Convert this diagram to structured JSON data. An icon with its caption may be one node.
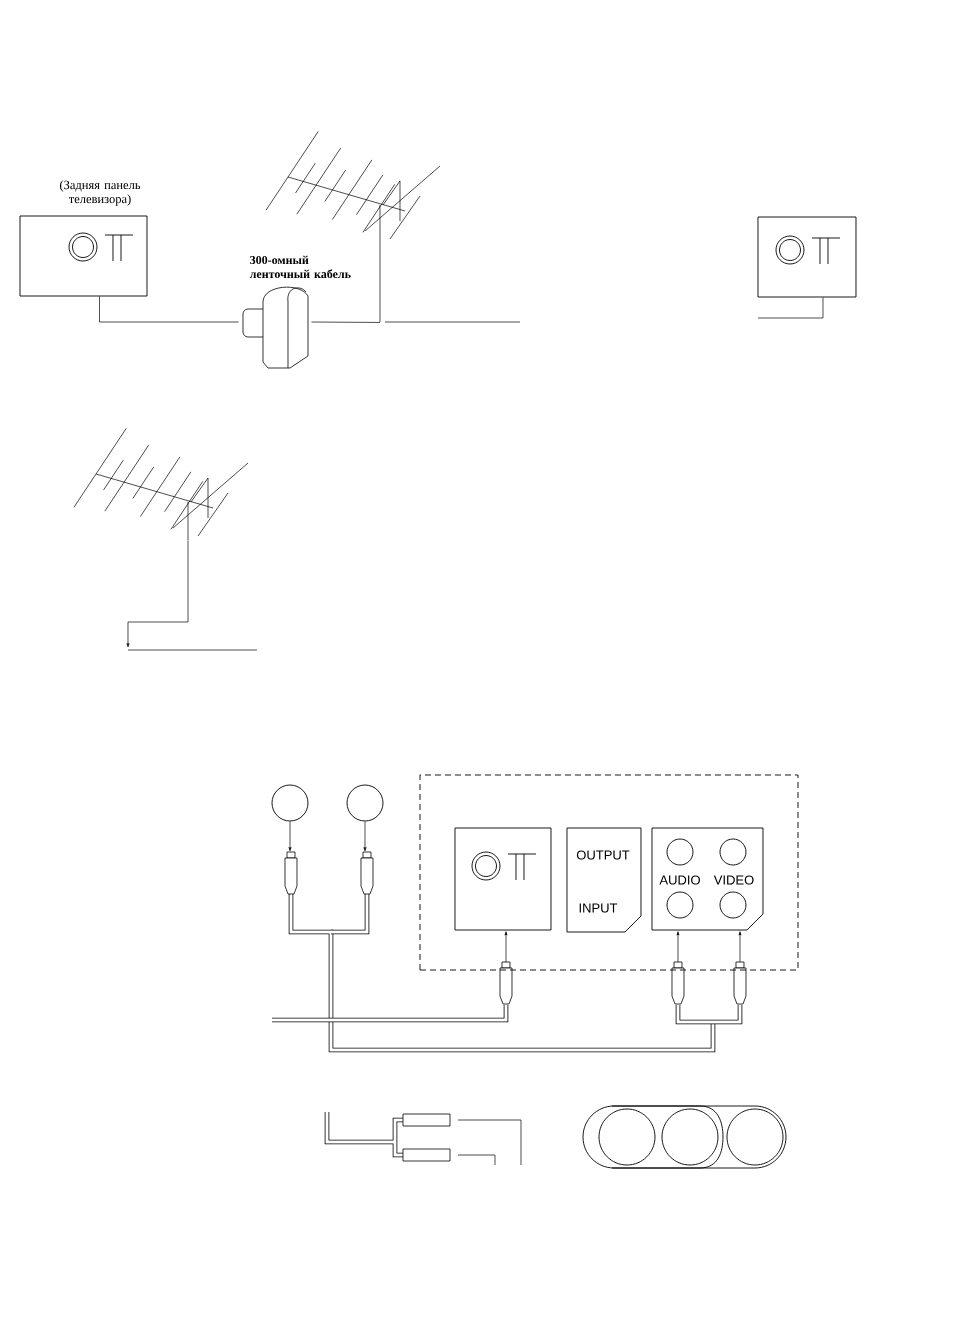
{
  "diagram": {
    "nodes": [
      {
        "text": [
          "(Задняя панель телевизора)"
        ]
      },
      {
        "text": [],
        "shape": "picture"
      },
      {
        "text": [],
        "shape": "picture"
      },
      {
        "text": [],
        "shape": "box"
      },
      {
        "text": [],
        "shape": "picture"
      },
      {
        "text": [],
        "shape": "circle"
      },
      {
        "text": [],
        "shape": "circle"
      },
      {
        "text": [],
        "shape": "box"
      },
      {
        "text": [],
        "shape": "box",
        "in": 7
      },
      {
        "text": [
          "OUTPUT",
          "INPUT"
        ],
        "in": 7
      },
      {
        "text": [
          "AUDIO",
          "VIDEO"
        ],
        "in": 7
      }
    ],
    "edges": [
      {
        "from": 0,
        "to": 1,
        "arrow": "none"
      },
      {
        "from": 1,
        "to": 2,
        "arrow": "none"
      },
      {
        "from": null,
        "to": 3,
        "arrow": "none"
      },
      {
        "from": 4,
        "to": null,
        "arrow": "to"
      },
      {
        "from": 5,
        "to": null,
        "arrow": "to"
      },
      {
        "from": 6,
        "to": null,
        "arrow": "to"
      },
      {
        "from": null,
        "to": 8,
        "arrow": "to"
      },
      {
        "from": null,
        "to": 10,
        "arrow": "to"
      },
      {
        "from": null,
        "to": 10,
        "arrow": "to"
      }
    ],
    "labels": [
      "300-омный ленточный кабель"
    ]
  }
}
